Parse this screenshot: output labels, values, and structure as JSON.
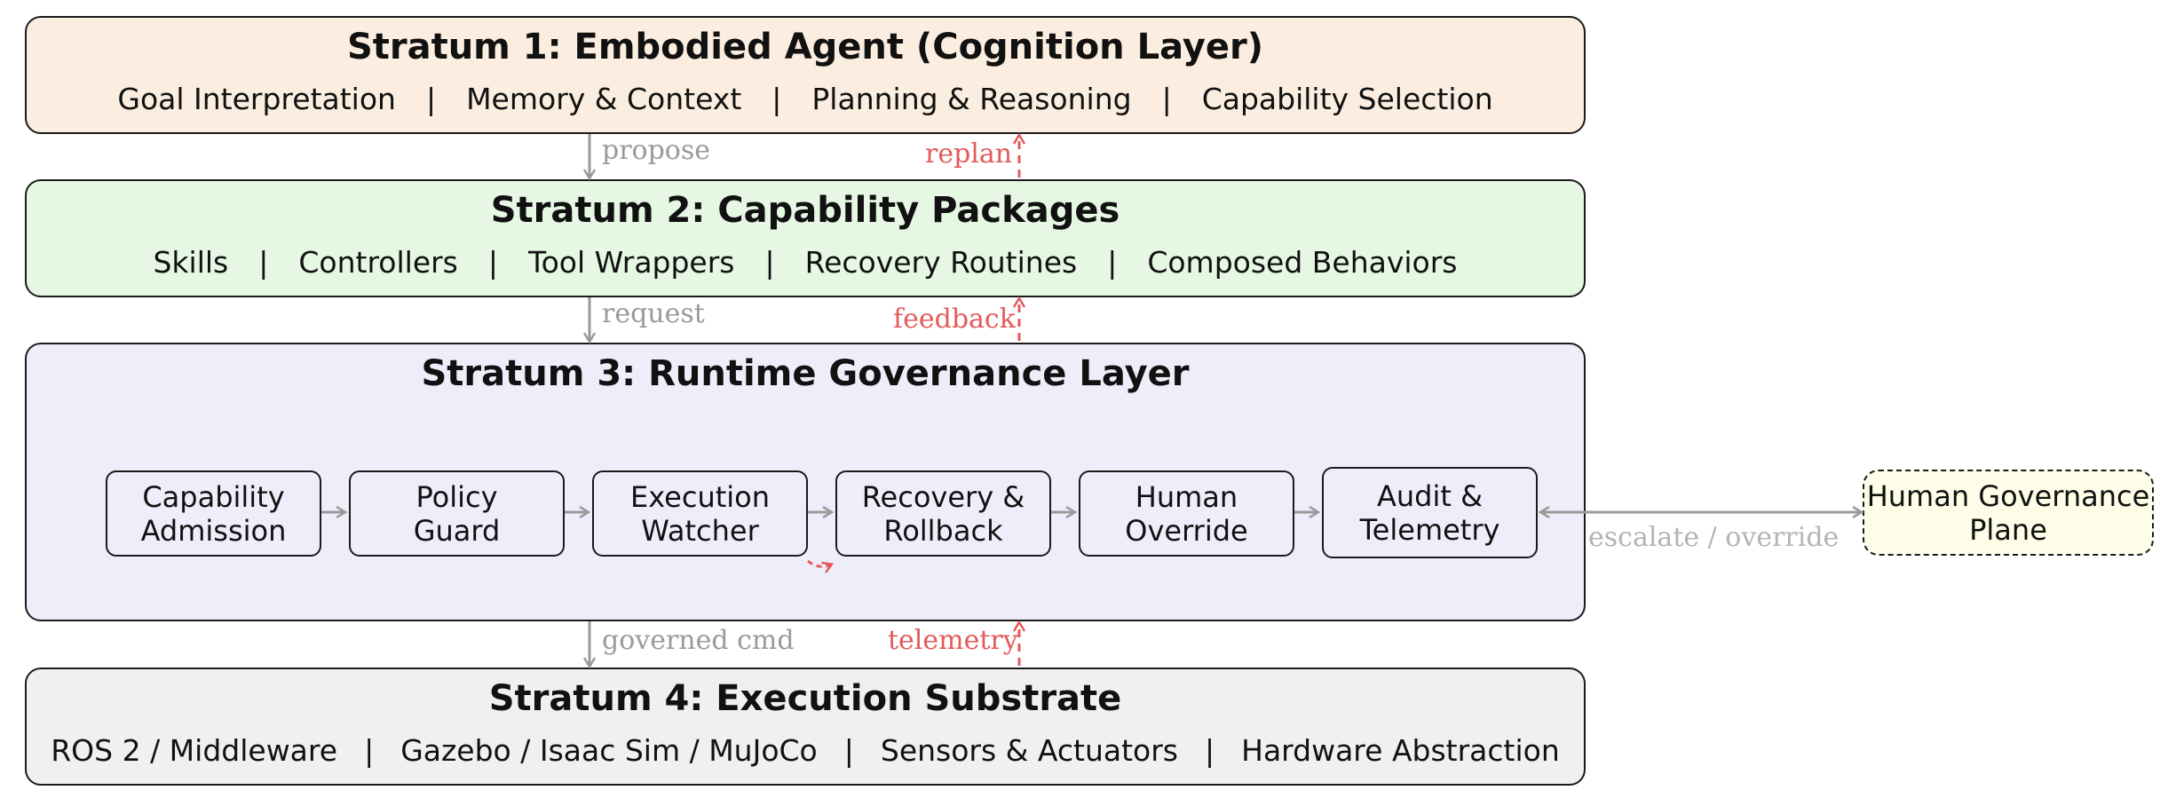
{
  "strata": {
    "s1": {
      "title": "Stratum 1: Embodied Agent (Cognition Layer)",
      "items": [
        "Goal Interpretation",
        "Memory & Context",
        "Planning & Reasoning",
        "Capability Selection"
      ]
    },
    "s2": {
      "title": "Stratum 2: Capability Packages",
      "items": [
        "Skills",
        "Controllers",
        "Tool Wrappers",
        "Recovery Routines",
        "Composed Behaviors"
      ]
    },
    "s3": {
      "title": "Stratum 3: Runtime Governance Layer",
      "boxes": [
        {
          "line1": "Capability",
          "line2": "Admission"
        },
        {
          "line1": "Policy",
          "line2": "Guard"
        },
        {
          "line1": "Execution",
          "line2": "Watcher"
        },
        {
          "line1": "Recovery &",
          "line2": "Rollback"
        },
        {
          "line1": "Human",
          "line2": "Override"
        },
        {
          "line1": "Audit &",
          "line2": "Telemetry"
        }
      ]
    },
    "s4": {
      "title": "Stratum 4: Execution Substrate",
      "items": [
        "ROS 2 / Middleware",
        "Gazebo / Isaac Sim / MuJoCo",
        "Sensors & Actuators",
        "Hardware Abstraction"
      ]
    }
  },
  "separator": "|",
  "external": {
    "line1": "Human Governance",
    "line2": "Plane"
  },
  "arrows": {
    "propose": "propose",
    "replan": "replan",
    "request": "request",
    "feedback": "feedback",
    "governed_cmd": "governed cmd",
    "telemetry": "telemetry",
    "escalate": "escalate / override"
  },
  "colors": {
    "down_arrow": "#9a9a9a",
    "up_arrow": "#e35a5a"
  }
}
